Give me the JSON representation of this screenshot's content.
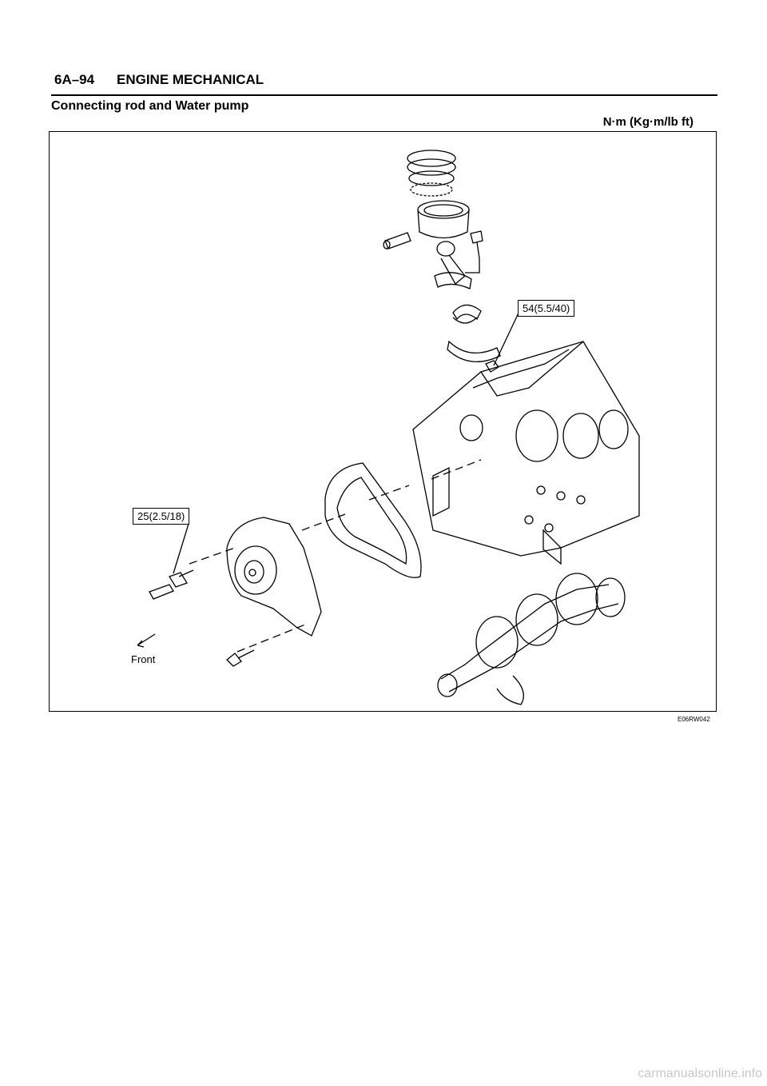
{
  "header": {
    "page_number": "6A–94",
    "chapter": "ENGINE MECHANICAL"
  },
  "section_title": "Connecting rod and Water pump",
  "units": "N·m (Kg·m/lb ft)",
  "callouts": {
    "connecting_rod_nut": "54(5.5/40)",
    "water_pump_stud": "25(2.5/18)"
  },
  "front_label": "Front",
  "figure_code": "E06RW042",
  "footer": "carmanualsonline.info"
}
